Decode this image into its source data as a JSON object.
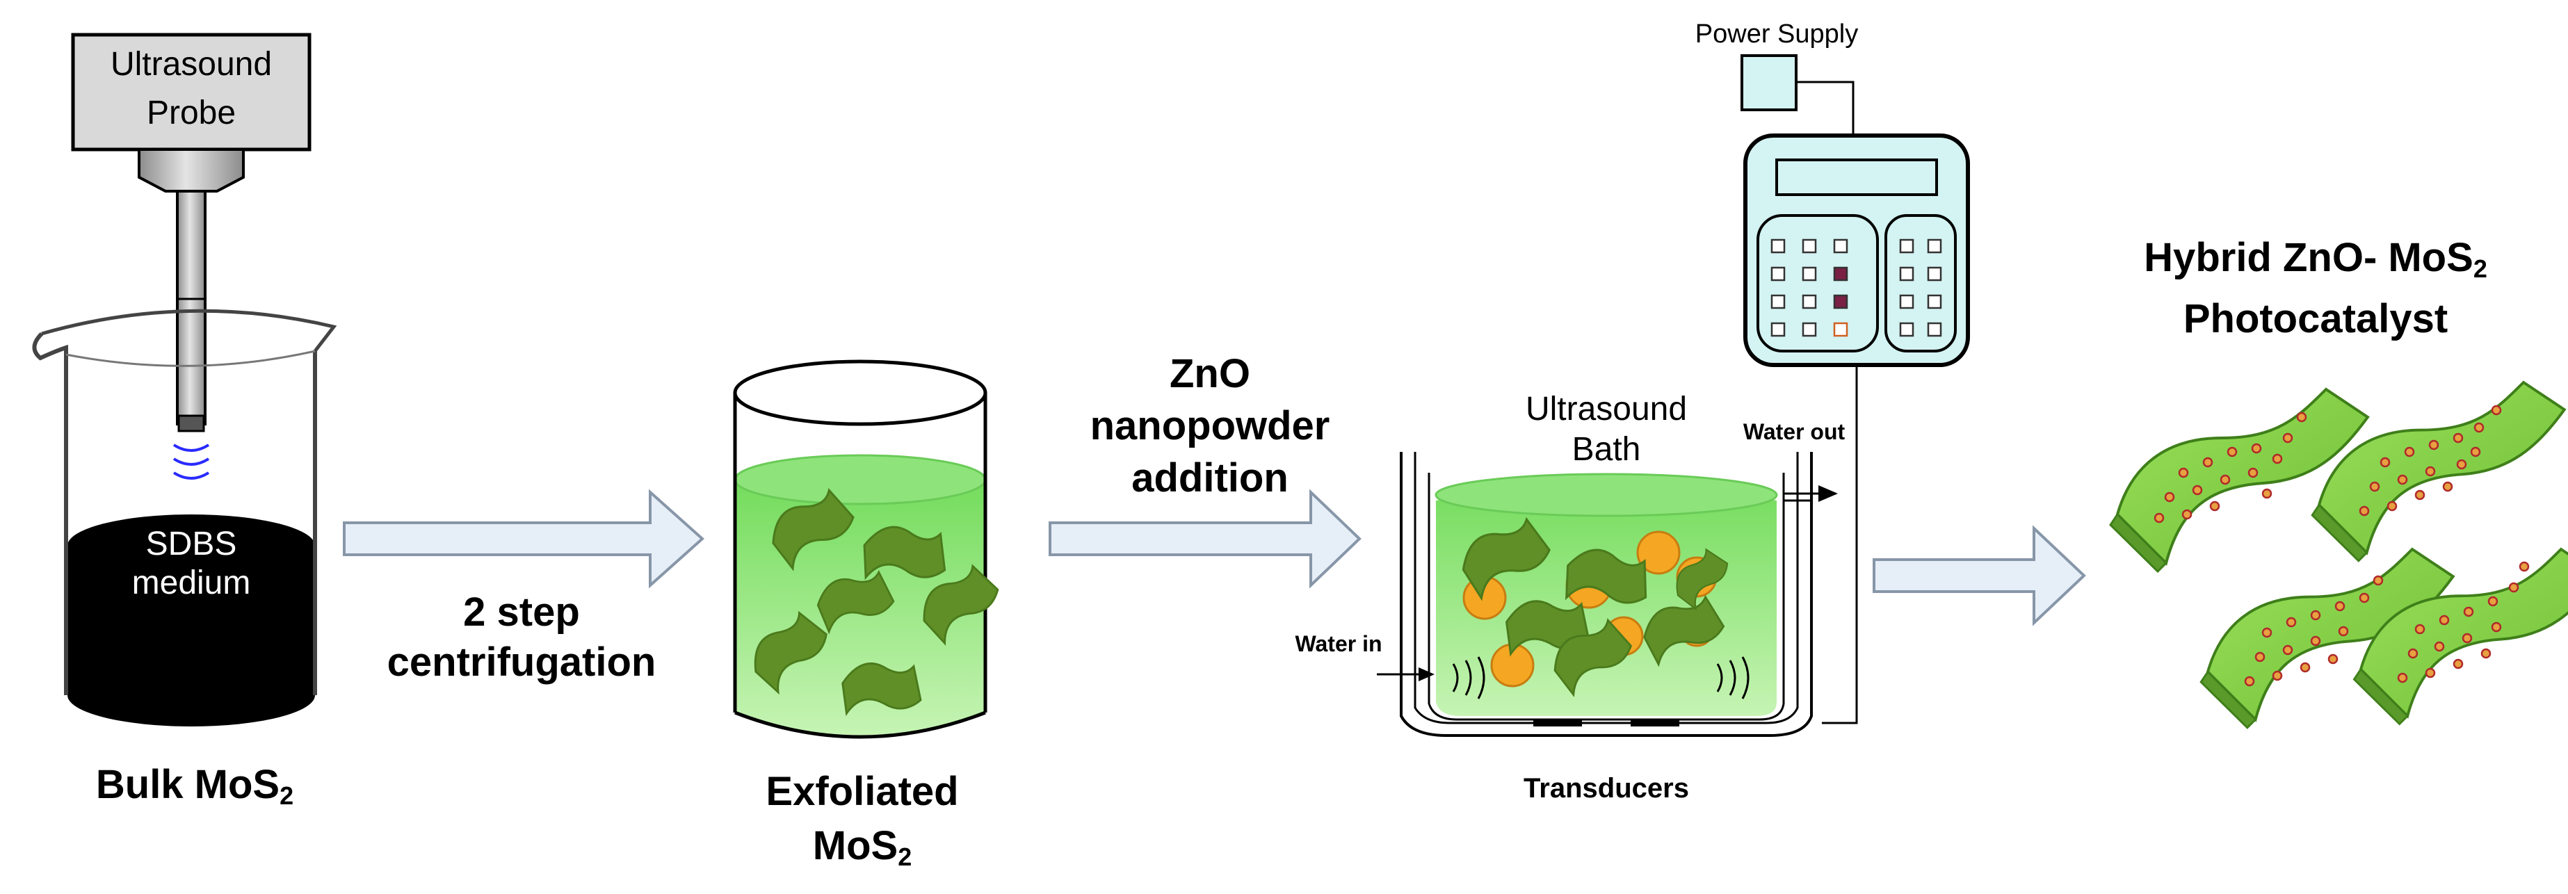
{
  "diagram": {
    "probe_label": "Ultrasound Probe",
    "medium_line1": "SDBS",
    "medium_line2": "medium",
    "bulk_label": "Bulk MoS",
    "mos_sub": "2",
    "step1_line1": "2 step",
    "step1_line2": "centrifugation",
    "exfoliated_line1": "Exfoliated",
    "exfoliated_line2": "MoS",
    "step2_line1": "ZnO",
    "step2_line2": "nanopowder",
    "step2_line3": "addition",
    "power_supply": "Power Supply",
    "bath_line1": "Ultrasound",
    "bath_line2": "Bath",
    "water_out": "Water out",
    "water_in": "Water in",
    "transducers": "Transducers",
    "hybrid_line1": "Hybrid ZnO- MoS",
    "hybrid_line2": "Photocatalyst"
  },
  "colors": {
    "liquid_green": "#8ee37a",
    "flake_green": "#5f8f26",
    "zno_orange": "#f5a623",
    "sheet_green": "#7ecb3e",
    "arrow_fill": "#e6eef7",
    "device_fill": "#d4f3f3",
    "key_accent": "#7a2045"
  }
}
